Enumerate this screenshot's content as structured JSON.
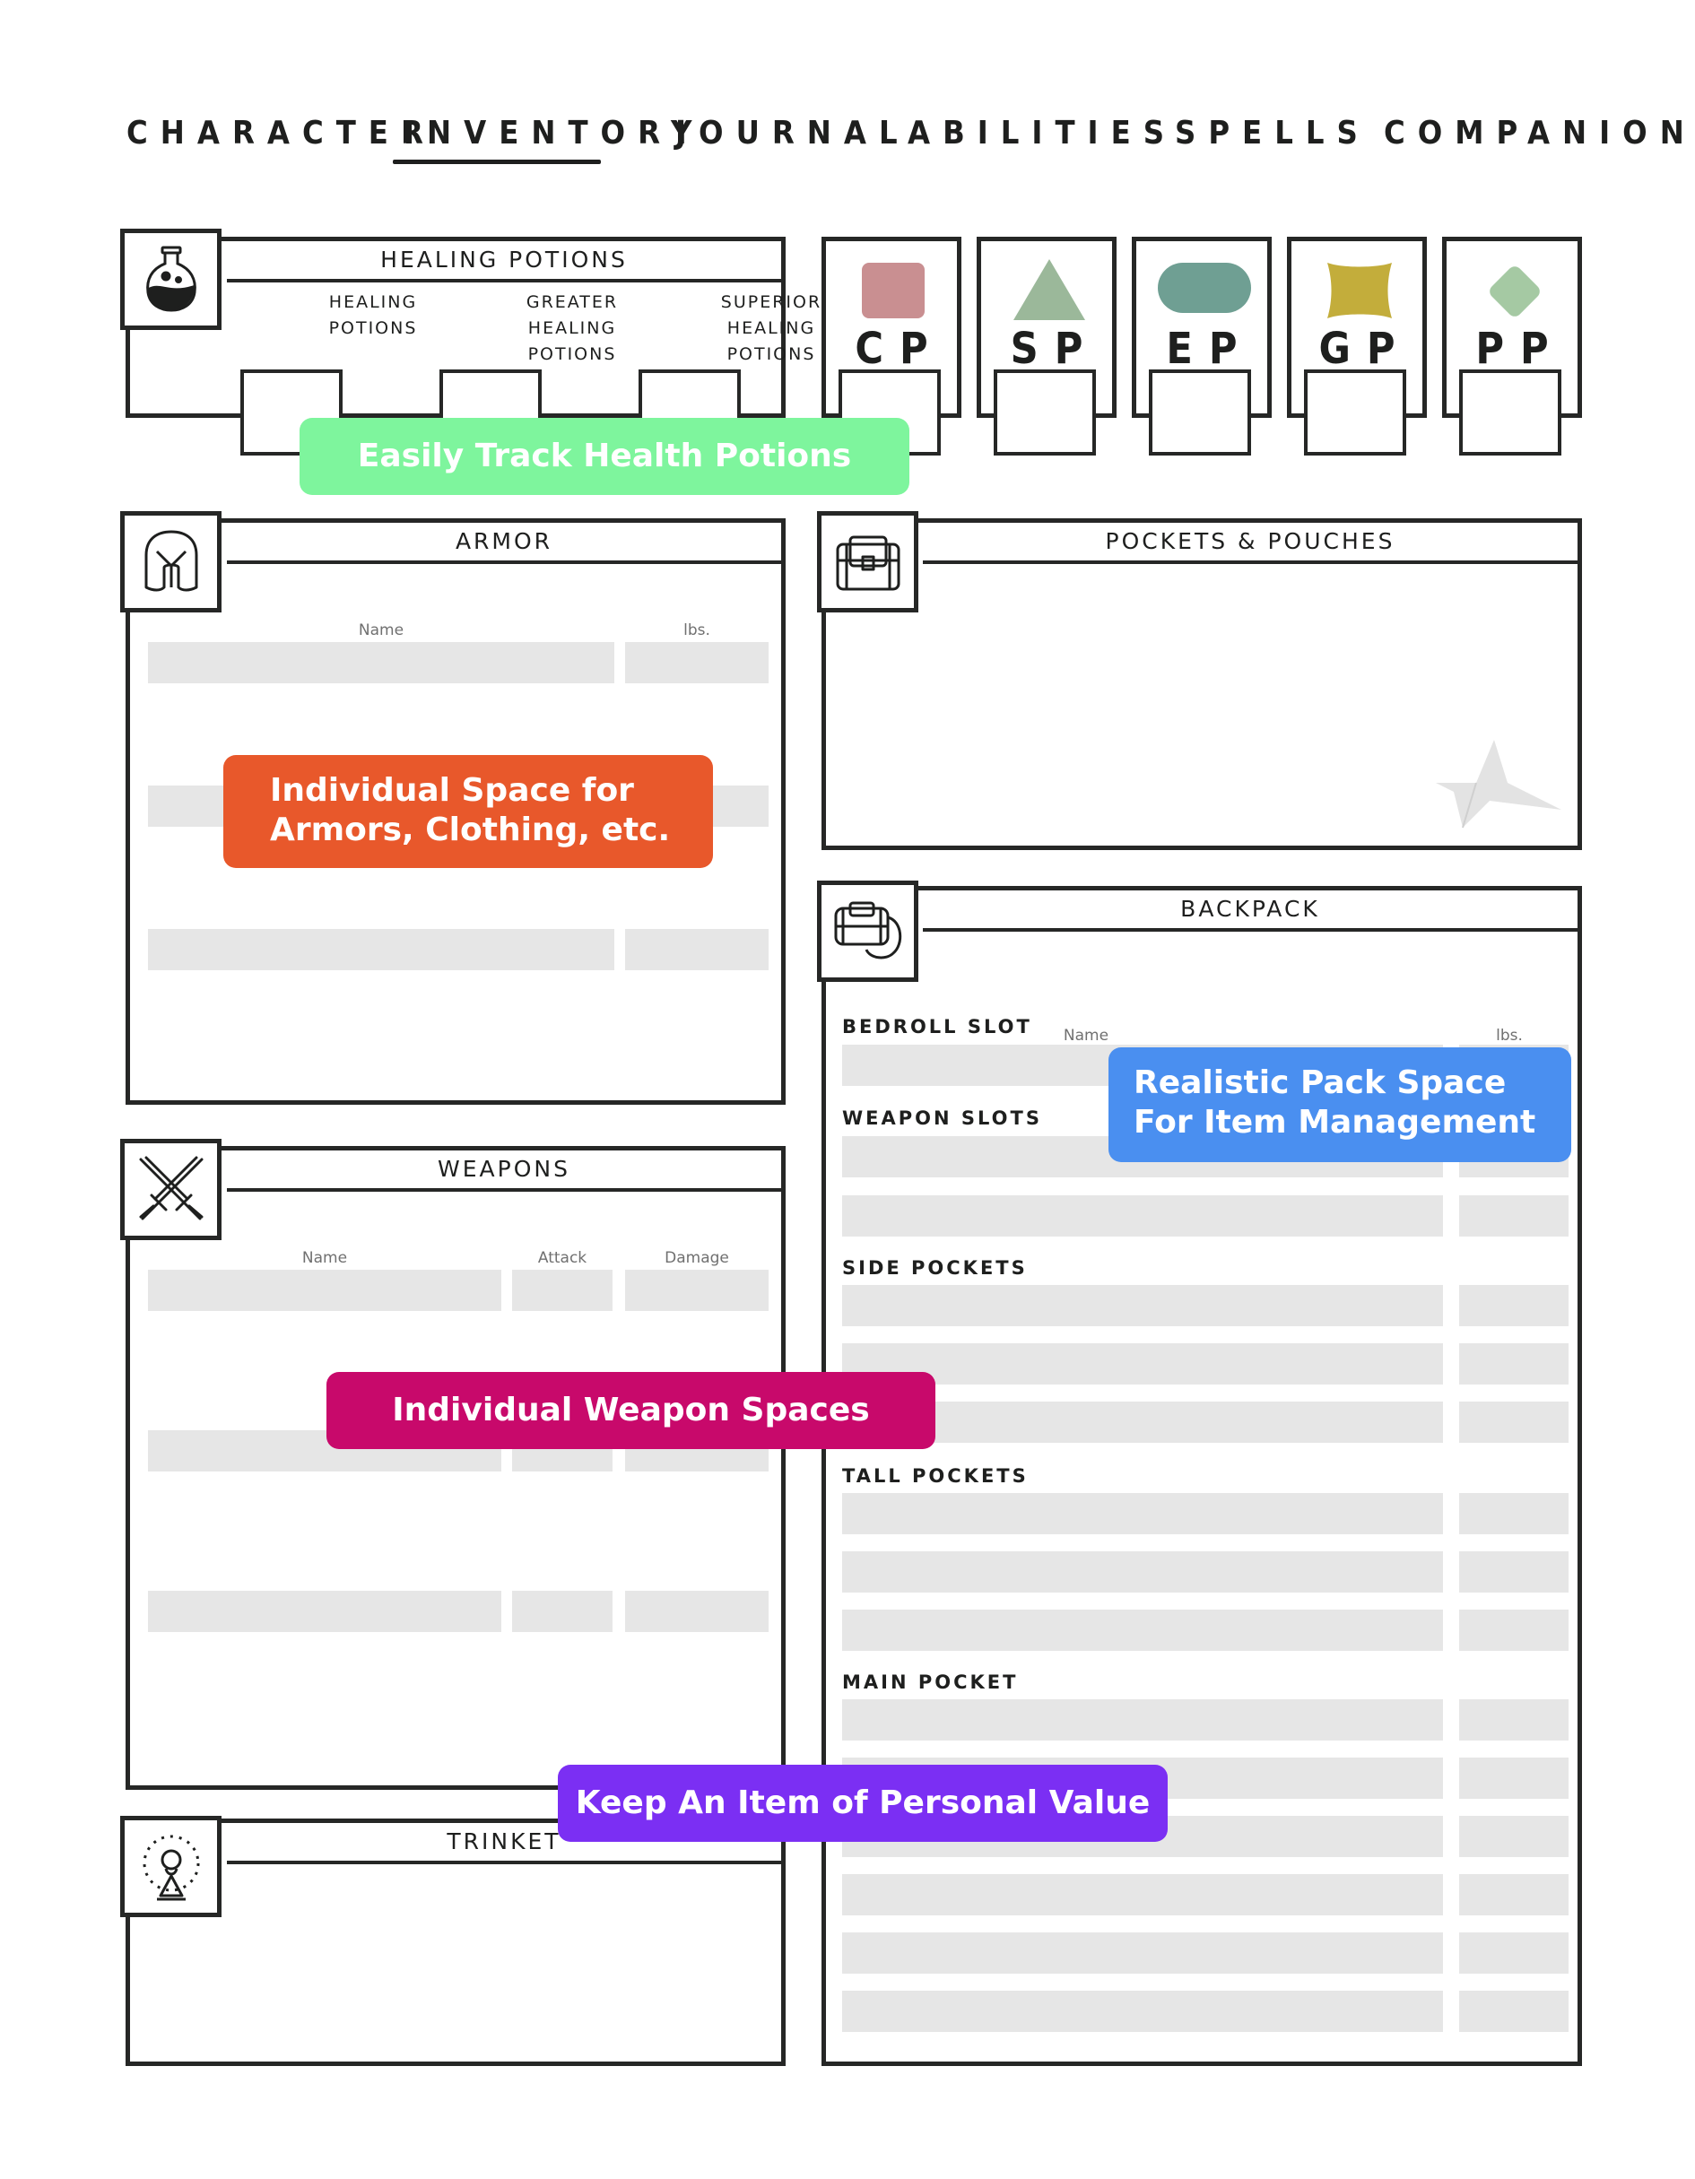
{
  "tabs": [
    {
      "label": "CHARACTER",
      "active": false
    },
    {
      "label": "INVENTORY",
      "active": true
    },
    {
      "label": "JOURNAL",
      "active": false
    },
    {
      "label": "ABILITIES",
      "active": false
    },
    {
      "label": "SPELLS",
      "active": false
    },
    {
      "label": "COMPANION",
      "active": false
    }
  ],
  "healing": {
    "title": "HEALING POTIONS",
    "types": [
      {
        "label": "HEALING POTIONS"
      },
      {
        "label": "GREATER HEALING POTIONS"
      },
      {
        "label": "SUPERIOR HEALING POTIONS"
      }
    ]
  },
  "coins": [
    {
      "label": "CP",
      "shape": "square",
      "color": "#c98f91"
    },
    {
      "label": "SP",
      "shape": "triangle",
      "color": "#9bb89a"
    },
    {
      "label": "EP",
      "shape": "pill",
      "color": "#6f9f93"
    },
    {
      "label": "GP",
      "shape": "scroll",
      "color": "#c3ad3b"
    },
    {
      "label": "PP",
      "shape": "diamond",
      "color": "#a5c9a3"
    }
  ],
  "armor": {
    "title": "ARMOR",
    "col_name": "Name",
    "col_lbs": "lbs."
  },
  "pockets": {
    "title": "POCKETS & POUCHES"
  },
  "backpack": {
    "title": "BACKPACK",
    "col_name": "Name",
    "col_lbs": "lbs.",
    "sections": {
      "bedroll": "BEDROLL SLOT",
      "weapon": "WEAPON SLOTS",
      "side": "SIDE POCKETS",
      "tall": "TALL POCKETS",
      "main": "MAIN POCKET"
    }
  },
  "weapons": {
    "title": "WEAPONS",
    "col_name": "Name",
    "col_attack": "Attack",
    "col_damage": "Damage"
  },
  "trinket": {
    "title": "TRINKET"
  },
  "callouts": {
    "health": "Easily Track Health Potions",
    "armor": "Individual Space for Armors, Clothing, etc.",
    "pack": "Realistic Pack Space For Item Management",
    "weapons": "Individual Weapon Spaces",
    "trinket": "Keep An Item of Personal Value"
  },
  "colors": {
    "ink": "#262726",
    "field": "#e6e6e6",
    "callout_health": "#7ef59d",
    "callout_armor": "#e8582b",
    "callout_pack": "#4a8ff0",
    "callout_weapons": "#c8096b",
    "callout_trinket": "#7b2ff3"
  }
}
